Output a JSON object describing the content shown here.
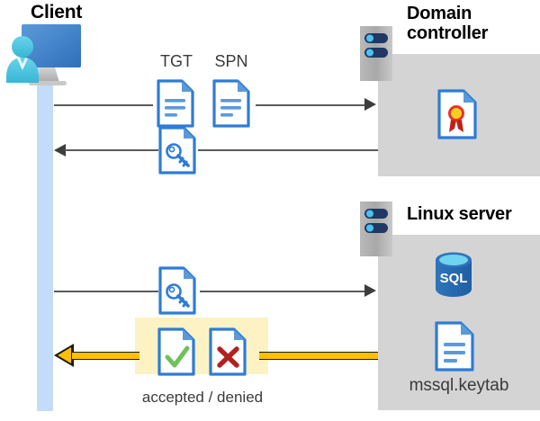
{
  "diagram": {
    "title_client": "Client",
    "title_domain_controller": "Domain\ncontroller",
    "title_linux_server": "Linux server",
    "labels": {
      "tgt": "TGT",
      "spn": "SPN",
      "accepted_denied": "accepted / denied",
      "keytab": "mssql.keytab",
      "sql": "SQL"
    },
    "icons": {
      "client": "client-workstation-icon",
      "server_dc": "server-rack-icon",
      "server_linux": "server-rack-icon",
      "certificate": "certificate-document-icon",
      "tgt_doc": "document-icon",
      "spn_doc": "document-icon",
      "ticket_key_doc_1": "document-with-key-icon",
      "ticket_key_doc_2": "document-with-key-icon",
      "accepted_doc": "document-with-checkmark-icon",
      "denied_doc": "document-with-cross-icon",
      "sql_db": "sql-database-icon",
      "keytab_doc": "document-icon"
    },
    "colors": {
      "panel_gray": "#d4d4d4",
      "lifeline_blue": "#c3dcfa",
      "highlight_yellow": "#fdf2c4",
      "arrow_yellow": "#ffc000",
      "doc_blue": "#2e7cd6",
      "accept_green": "#6fc25b",
      "deny_red": "#b32020",
      "line_gray": "#5a5a5a",
      "sql_blue": "#2a6fb5"
    },
    "flows": [
      {
        "name": "client-to-dc-request",
        "direction": "right",
        "payload": "TGT + SPN"
      },
      {
        "name": "dc-to-client-ticket",
        "direction": "left",
        "payload": "service ticket"
      },
      {
        "name": "client-to-linux-ticket",
        "direction": "right",
        "payload": "service ticket"
      },
      {
        "name": "linux-to-client-result",
        "direction": "left",
        "payload": "accepted / denied"
      }
    ]
  }
}
